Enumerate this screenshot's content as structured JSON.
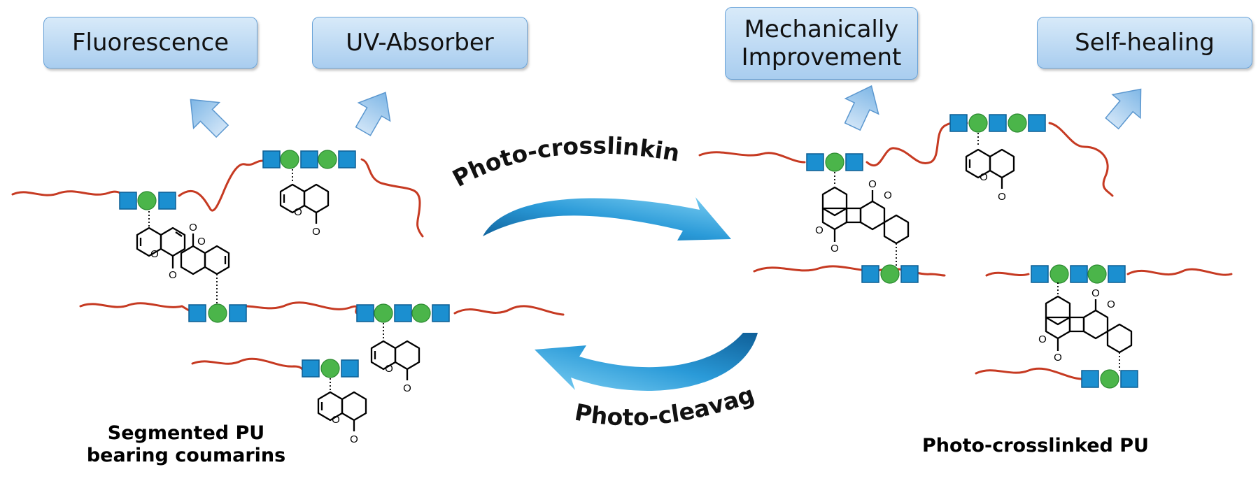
{
  "properties": [
    {
      "id": "fluorescence",
      "label": "Fluorescence"
    },
    {
      "id": "uv",
      "label": "UV-Absorber"
    },
    {
      "id": "mech",
      "label": "Mechanically Improvement"
    },
    {
      "id": "heal",
      "label": "Self-healing"
    }
  ],
  "processes": {
    "crosslinking": "Photo-crosslinking",
    "cleavage": "Photo-cleavage"
  },
  "states": {
    "left": "Segmented PU bearing coumarins",
    "right": "Photo-crosslinked PU"
  },
  "atoms": {
    "oxygen": "O"
  },
  "colors": {
    "polymer_chain": "#c63a22",
    "hard_segment_square": "#1b8fd0",
    "coumarin_linker_circle": "#4bb54a",
    "box_fill": "#bcdcf5",
    "process_arrow": "#1a86c8"
  }
}
